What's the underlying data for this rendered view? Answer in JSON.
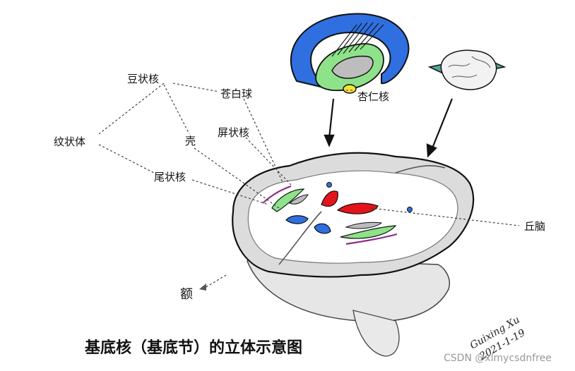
{
  "labels": {
    "putamen_lentiform": "豆状核",
    "globus_pallidus": "苍白球",
    "amygdala": "杏仁核",
    "striatum": "纹状体",
    "putamen": "壳",
    "claustrum": "屏状核",
    "caudate": "尾状核",
    "thalamus": "丘脑",
    "frontal": "额"
  },
  "title": "基底核（基底节）的立体示意图",
  "signature": {
    "name": "Guixing Xu",
    "date": "2021-1-19"
  },
  "watermark": "CSDN @xlmycsdnfree",
  "colors": {
    "caudate_blue": "#2f6fe0",
    "putamen_green": "#8ee28a",
    "thalamus_red": "#e4141b",
    "amygdala_yellow": "#f5e23a",
    "claustrum_purple": "#8a2a8a",
    "brain_gray": "#d9d9d9",
    "plane_teal": "#4fa89a"
  }
}
